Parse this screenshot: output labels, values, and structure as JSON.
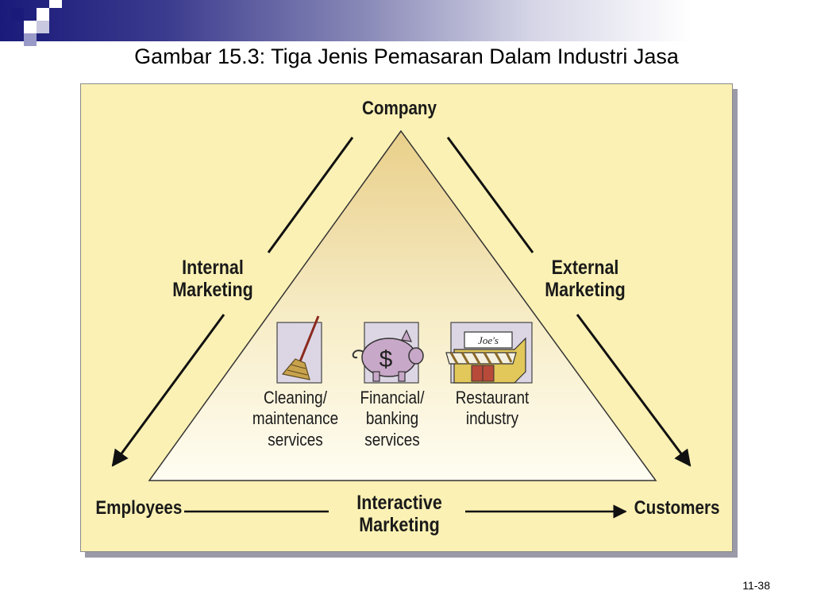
{
  "slide": {
    "title": "Gambar 15.3: Tiga Jenis Pemasaran Dalam Industri Jasa",
    "number": "11-38"
  },
  "diagram": {
    "nodes": {
      "company": "Company",
      "employees": "Employees",
      "customers": "Customers"
    },
    "edges": {
      "internal": [
        "Internal",
        "Marketing"
      ],
      "external": [
        "External",
        "Marketing"
      ],
      "interactive": [
        "Interactive",
        "Marketing"
      ]
    },
    "examples": [
      {
        "icon": "broom-icon",
        "lines": [
          "Cleaning/",
          "maintenance",
          "services"
        ]
      },
      {
        "icon": "piggy-bank-icon",
        "lines": [
          "Financial/",
          "banking",
          "services"
        ]
      },
      {
        "icon": "restaurant-icon",
        "lines": [
          "Restaurant",
          "industry"
        ],
        "sign": "Joe's"
      }
    ]
  },
  "colors": {
    "panel": "#fbf1b4",
    "triangle_top": "#e9cf8a",
    "triangle_bottom": "#fffdf2",
    "header_dark": "#1a1a7a"
  }
}
